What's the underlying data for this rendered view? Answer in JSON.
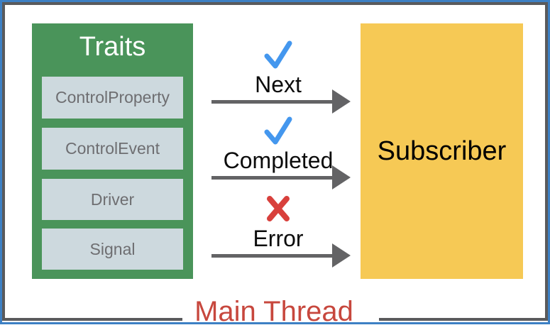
{
  "diagram": {
    "traits": {
      "title": "Traits",
      "items": [
        "ControlProperty",
        "ControlEvent",
        "Driver",
        "Signal"
      ]
    },
    "events": [
      {
        "label": "Next",
        "symbol": "check"
      },
      {
        "label": "Completed",
        "symbol": "check"
      },
      {
        "label": "Error",
        "symbol": "cross"
      }
    ],
    "subscriber": {
      "label": "Subscriber"
    },
    "footer": {
      "label": "Main Thread"
    }
  },
  "colors": {
    "green_box": "#4a945a",
    "trait_item_bg": "#cdd9de",
    "trait_item_text": "#6e6e71",
    "yellow_box": "#f6c955",
    "check_blue": "#4497ee",
    "error_red": "#d8403c",
    "main_thread_red": "#c7473d",
    "arrow_gray": "#636365",
    "frame_blue": "#3d80c4",
    "frame_gray": "#5a5a5c"
  }
}
